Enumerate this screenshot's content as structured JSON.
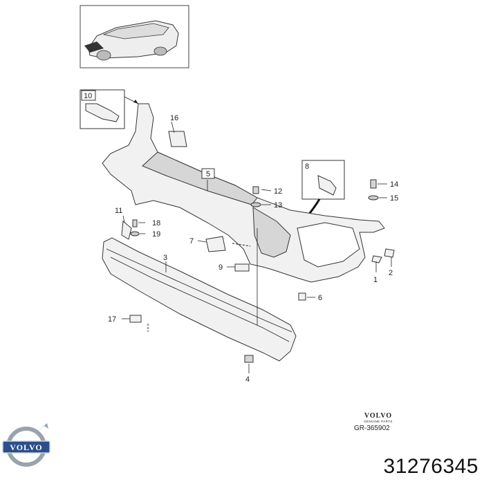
{
  "diagram": {
    "callouts": [
      {
        "id": "10",
        "label": "10"
      },
      {
        "id": "16",
        "label": "16"
      },
      {
        "id": "5",
        "label": "5"
      },
      {
        "id": "8",
        "label": "8"
      },
      {
        "id": "12",
        "label": "12"
      },
      {
        "id": "13",
        "label": "13"
      },
      {
        "id": "14",
        "label": "14"
      },
      {
        "id": "15",
        "label": "15"
      },
      {
        "id": "11",
        "label": "11"
      },
      {
        "id": "18",
        "label": "18"
      },
      {
        "id": "19",
        "label": "19"
      },
      {
        "id": "7",
        "label": "7"
      },
      {
        "id": "3",
        "label": "3"
      },
      {
        "id": "9",
        "label": "9"
      },
      {
        "id": "1",
        "label": "1"
      },
      {
        "id": "2",
        "label": "2"
      },
      {
        "id": "6",
        "label": "6"
      },
      {
        "id": "17",
        "label": "17"
      },
      {
        "id": "4",
        "label": "4"
      }
    ]
  },
  "brand": {
    "name": "VOLVO",
    "subtitle": "GENUINE PARTS",
    "reference": "GR-365902",
    "logo_text": "VOLVO"
  },
  "part_number": "31276345",
  "colors": {
    "line": "#222222",
    "part_fill": "#f1f1f1",
    "logo_blue": "#2b4f8c",
    "logo_silver": "#9aa3ad"
  }
}
